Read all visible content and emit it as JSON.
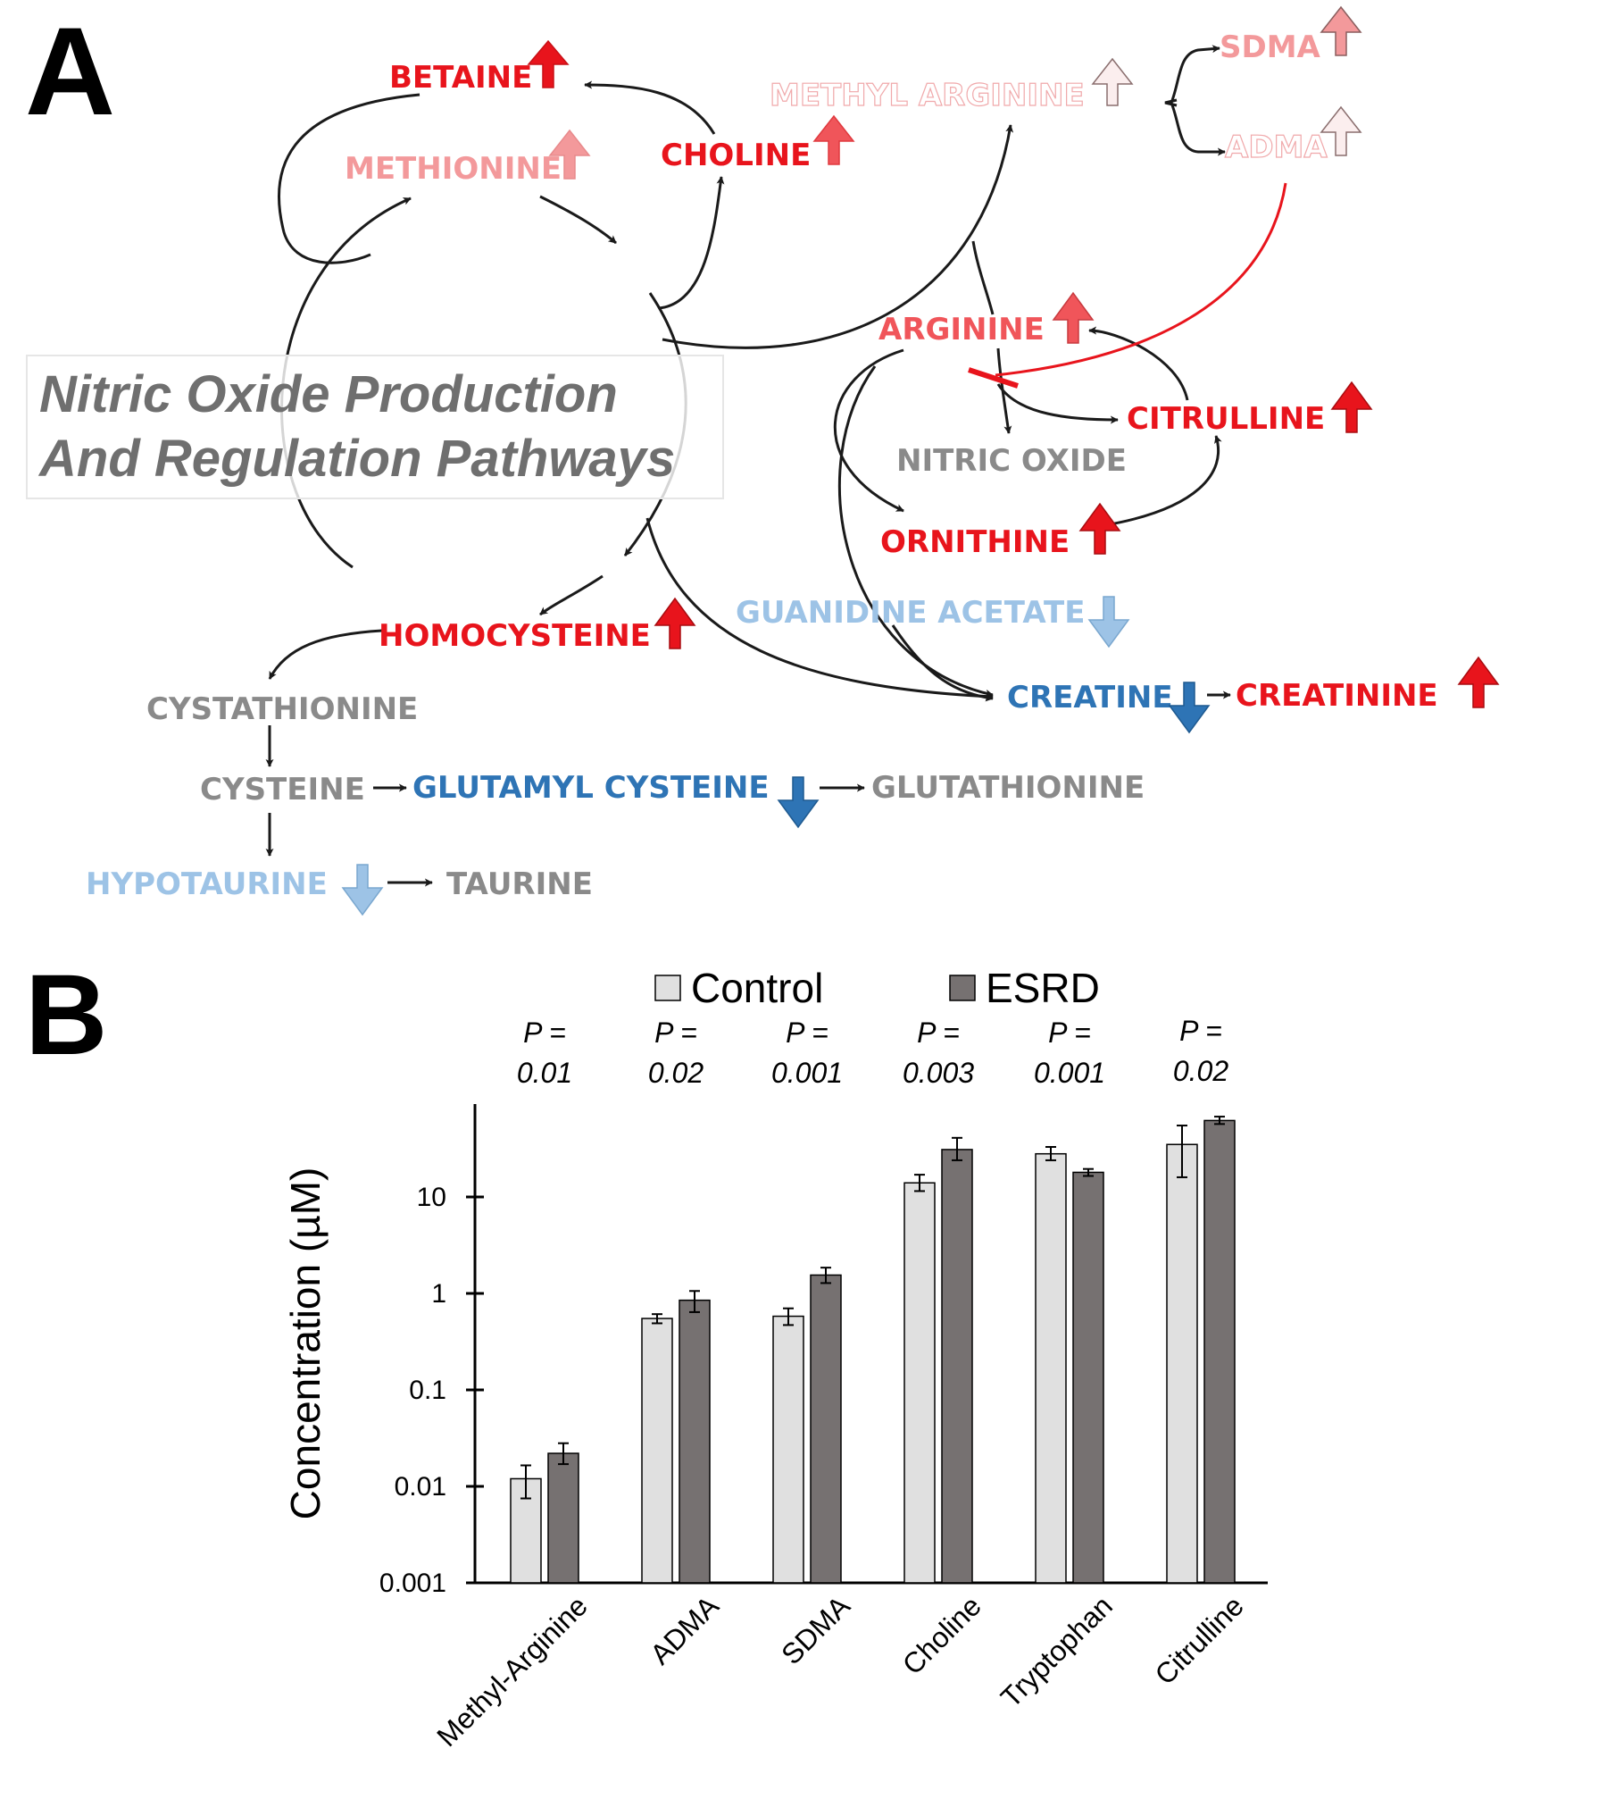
{
  "panel_a": {
    "label": "A",
    "title_line1": "Nitric Oxide Production",
    "title_line2": "And Regulation Pathways",
    "nodes": {
      "betaine": "BETAINE",
      "methionine": "METHIONINE",
      "choline": "CHOLINE",
      "methyl_arginine": "METHYL ARGININE",
      "sdma": "SDMA",
      "adma": "ADMA",
      "arginine": "ARGININE",
      "citrulline": "CITRULLINE",
      "nitric_oxide": "NITRIC OXIDE",
      "ornithine": "ORNITHINE",
      "guanidine_acetate": "GUANIDINE ACETATE",
      "homocysteine": "HOMOCYSTEINE",
      "creatine": "CREATINE",
      "creatinine": "CREATININE",
      "cystathionine": "CYSTATHIONINE",
      "cysteine": "CYSTEINE",
      "glutamyl_cysteine": "GLUTAMYL CYSTEINE",
      "glutathionine": "GLUTATHIONINE",
      "hypotaurine": "HYPOTAURINE",
      "taurine": "TAURINE"
    },
    "colors": {
      "strong_red": "#e8141c",
      "medium_red": "#f0555a",
      "light_red": "#f3999b",
      "pale_red": "#f8dcdc",
      "gray": "#8a8a8a",
      "dark_blue": "#2e74b5",
      "light_blue": "#9dc3e6",
      "arrow": "#1a1a1a"
    },
    "changes": {
      "betaine": "up",
      "methionine": "up",
      "choline": "up",
      "methyl_arginine": "up",
      "sdma": "up",
      "adma": "up",
      "arginine": "up",
      "citrulline": "up",
      "ornithine": "up",
      "homocysteine": "up",
      "creatinine": "up",
      "guanidine_acetate": "down",
      "creatine": "down",
      "glutamyl_cysteine": "down",
      "hypotaurine": "down"
    }
  },
  "panel_b": {
    "label": "B",
    "legend": [
      "Control",
      "ESRD"
    ],
    "series_colors": {
      "Control": "#e0e0e0",
      "ESRD": "#767171"
    },
    "p_values": [
      {
        "line1": "P =",
        "line2": "0.01"
      },
      {
        "line1": "P =",
        "line2": "0.02"
      },
      {
        "line1": "P =",
        "line2": "0.001"
      },
      {
        "line1": "P =",
        "line2": "0.003"
      },
      {
        "line1": "P =",
        "line2": "0.001"
      },
      {
        "line1": "P =",
        "line2": "0.02"
      }
    ]
  },
  "chart_data": {
    "type": "bar",
    "categories": [
      "Methyl-Arginine",
      "ADMA",
      "SDMA",
      "Choline",
      "Tryptophan",
      "Citrulline"
    ],
    "series": [
      {
        "name": "Control",
        "values": [
          0.012,
          0.55,
          0.58,
          14,
          28,
          35
        ],
        "err_low": [
          0.0075,
          0.49,
          0.47,
          11.5,
          24,
          16
        ],
        "err_high": [
          0.0165,
          0.61,
          0.7,
          17,
          33,
          55
        ]
      },
      {
        "name": "ESRD",
        "values": [
          0.022,
          0.85,
          1.55,
          31,
          18,
          62
        ],
        "err_low": [
          0.017,
          0.64,
          1.28,
          24,
          16.5,
          57
        ],
        "err_high": [
          0.028,
          1.06,
          1.85,
          41,
          19.5,
          68
        ]
      }
    ],
    "ylabel": "Concentration (µM)",
    "xlabel": "",
    "yscale": "log",
    "ylim": [
      0.001,
      100
    ],
    "yticks": [
      "0.001",
      "0.01",
      "0.1",
      "1",
      "10"
    ],
    "legend_position": "top"
  }
}
